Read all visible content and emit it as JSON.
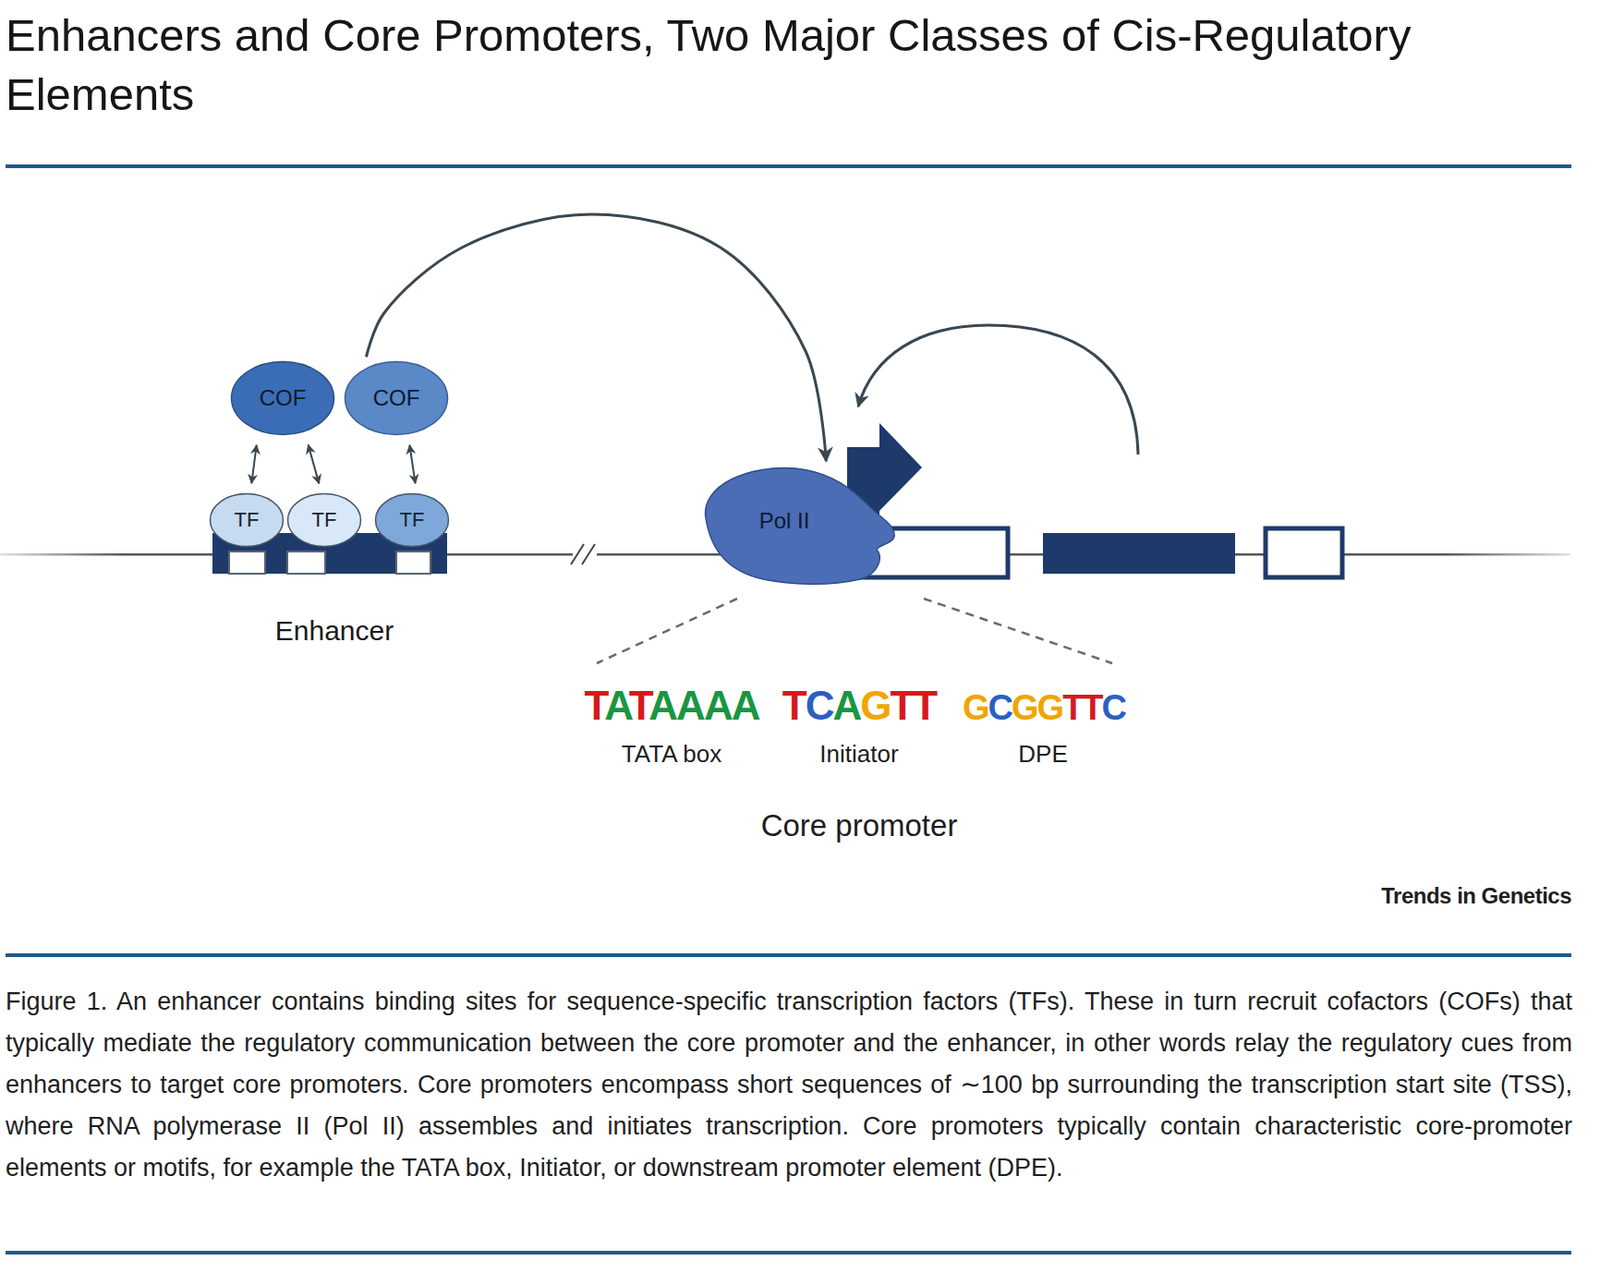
{
  "diagram": {
    "title": "Enhancers and Core Promoters, Two Major Classes of Cis-Regulatory Elements",
    "caption": "Figure 1. An enhancer contains binding sites for sequence-specific transcription factors (TFs). These in turn recruit cofactors (COFs) that typically mediate the regulatory communication between the core promoter and the enhancer, in other words relay the regulatory cues from enhancers to target core promoters. Core promoters encompass short sequences of ∼100 bp surrounding the transcription start site (TSS), where RNA polymerase II (Pol II) assembles and initiates transcription. Core promoters typically contain characteristic core-promoter elements or motifs, for example the TATA box, Initiator, or downstream promoter element (DPE).",
    "nodes": [
      {
        "text": [
          "COF"
        ]
      },
      {
        "text": [
          "COF"
        ]
      },
      {
        "text": [
          "TF"
        ]
      },
      {
        "text": [
          "TF"
        ]
      },
      {
        "text": [
          "TF"
        ]
      },
      {
        "text": [
          "Enhancer"
        ]
      },
      {
        "text": [
          "Pol II"
        ]
      }
    ],
    "edges": [
      {
        "from": 2,
        "to": 0,
        "arrow": "both"
      },
      {
        "from": 3,
        "to": 0,
        "arrow": "both"
      },
      {
        "from": 4,
        "to": 1,
        "arrow": "both"
      },
      {
        "from": 1,
        "to": 6,
        "arrow": "to"
      }
    ],
    "labels": [
      "TATAAAA",
      "TCAGTT",
      "GCGGTTC",
      "TATA box",
      "Initiator",
      "DPE",
      "Core promoter",
      "Trends in Genetics"
    ]
  }
}
